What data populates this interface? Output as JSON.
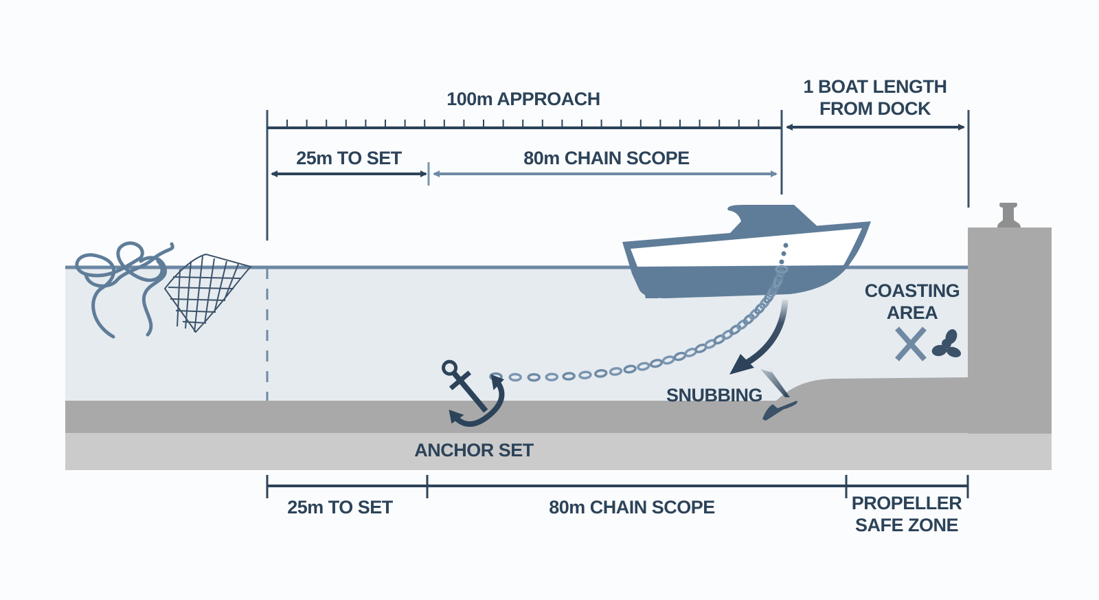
{
  "diagram": {
    "title": "Anchoring approach to dock",
    "colors": {
      "dark_navy": "#2c4359",
      "steel_blue": "#5f7d99",
      "light_steel": "#7a96b0",
      "water": "#e6ebf0",
      "seabed_top": "#a8a8a8",
      "seabed_bottom": "#cbcbcb",
      "dock": "#a9a9a9",
      "background": "#fbfcfd"
    },
    "top_dimensions": {
      "approach": {
        "label": "100m APPROACH",
        "distance_m": 100
      },
      "to_set": {
        "label": "25m TO SET",
        "distance_m": 25
      },
      "chain_scope": {
        "label": "80m CHAIN SCOPE",
        "distance_m": 80
      },
      "boat_length": {
        "label_line1": "1 BOAT LENGTH",
        "label_line2": "FROM DOCK"
      }
    },
    "scene_labels": {
      "anchor_set": "ANCHOR SET",
      "snubbing": "SNUBBING",
      "coasting_line1": "COASTING",
      "coasting_line2": "AREA"
    },
    "bottom_dimensions": {
      "to_set": {
        "label": "25m TO SET",
        "distance_m": 25
      },
      "chain_scope": {
        "label": "80m CHAIN SCOPE",
        "distance_m": 80
      },
      "propeller_zone": {
        "label_line1": "PROPELLER",
        "label_line2": "SAFE ZONE"
      }
    },
    "icons": [
      "rope-tangle-icon",
      "fishing-net-icon",
      "boat-icon",
      "anchor-chain-icon",
      "anchor-icon",
      "snubbing-arrow-icon",
      "dragging-anchor-icon",
      "no-propeller-icon",
      "bollard-icon"
    ]
  }
}
